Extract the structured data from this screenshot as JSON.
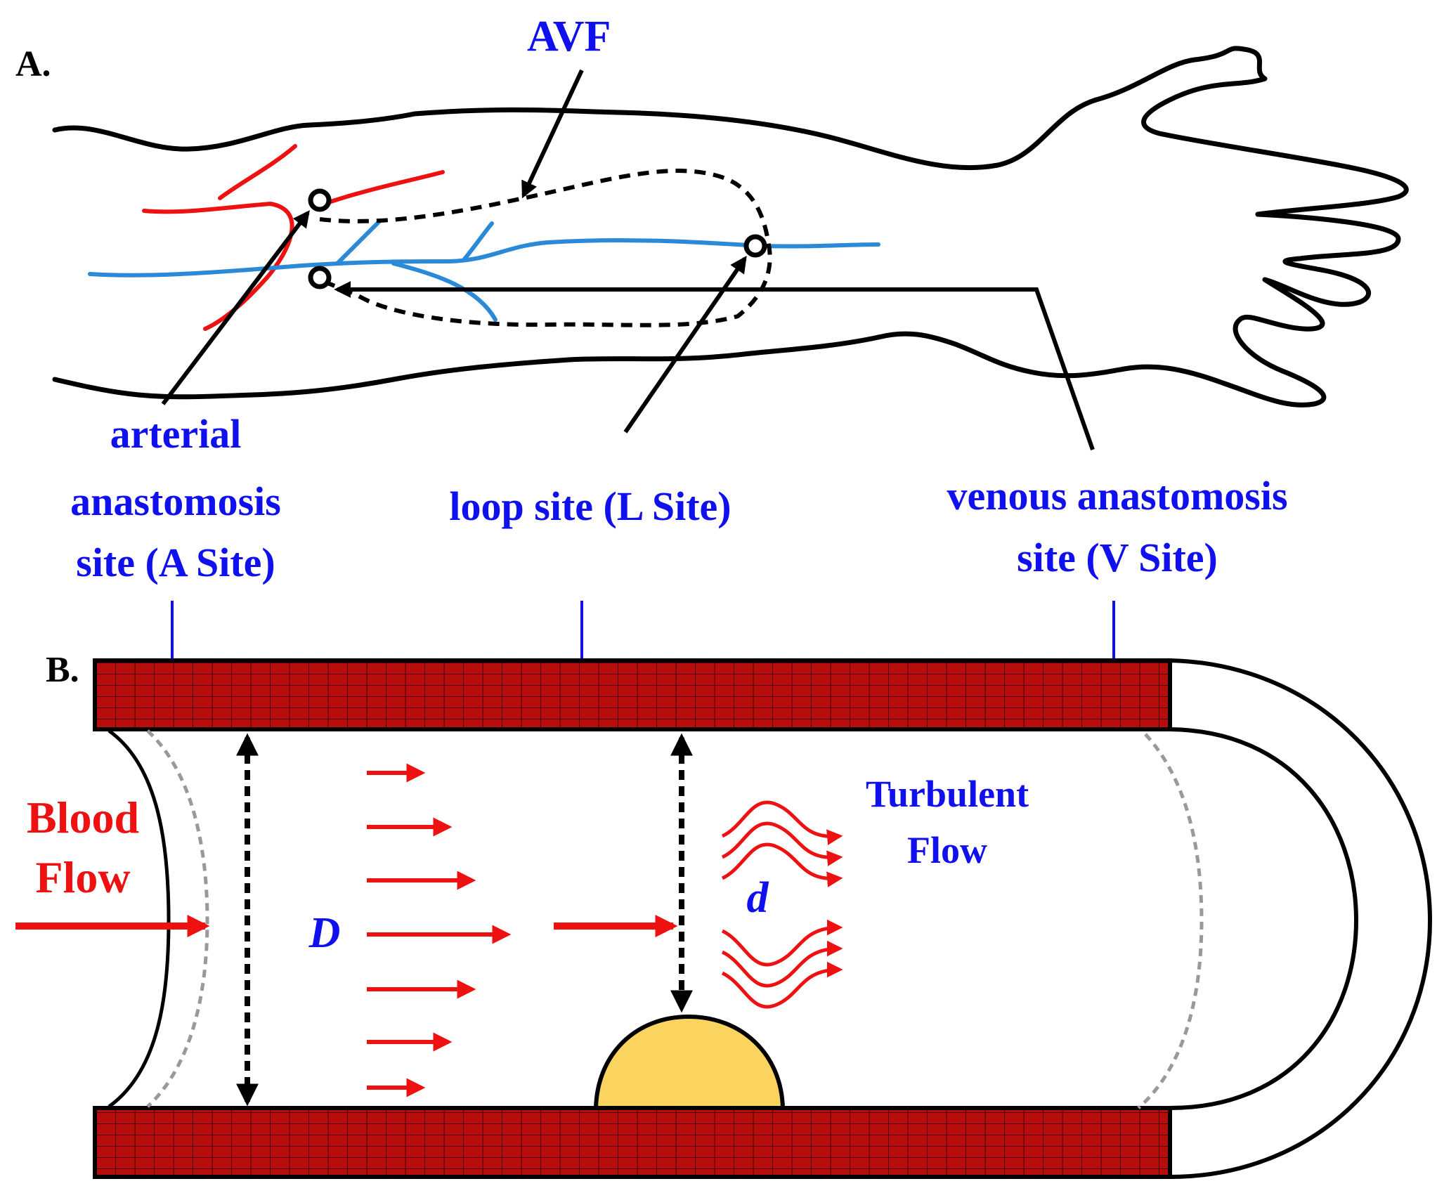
{
  "panel_a": {
    "label": "A.",
    "avf_label": "AVF",
    "site_a": [
      "arterial",
      "anastomosis",
      "site (A Site)"
    ],
    "site_l": "loop site (L Site)",
    "site_v": [
      "venous anastomosis",
      "site (V Site)"
    ]
  },
  "panel_b": {
    "label": "B.",
    "blood_flow": [
      "Blood",
      "Flow"
    ],
    "diameter_normal": "D",
    "diameter_stenosis": "d",
    "turbulent": [
      "Turbulent",
      "Flow"
    ]
  },
  "colors": {
    "label_blue": "#1010ee",
    "flow_red": "#ee1111",
    "artery_red": "#ee1111",
    "vein_blue": "#2a8ad8",
    "wall_red": "#b80d0d",
    "plaque_yellow": "#fbd460"
  }
}
